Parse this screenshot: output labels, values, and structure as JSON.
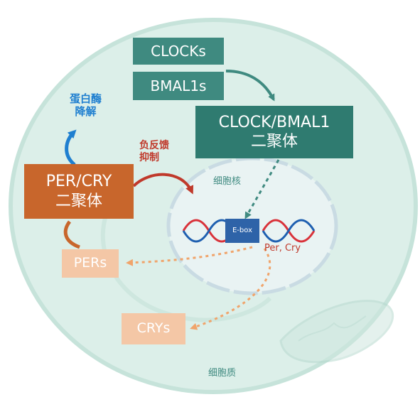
{
  "nodes": {
    "clocks": "CLOCKs",
    "bmal1s": "BMAL1s",
    "clock_bmal1": "CLOCK/BMAL1\n二聚体",
    "per_cry": "PER/CRY\n二聚体",
    "pers": "PERs",
    "crys": "CRYs",
    "ebox": "E-box"
  },
  "labels": {
    "degradation": "蛋白酶\n降解",
    "feedback": "负反馈\n抑制",
    "nucleus": "细胞核",
    "per_cry_genes": "Per, Cry",
    "cytoplasm": "细胞质"
  },
  "colors": {
    "cell_fill": "#dcefe9",
    "cell_border": "#bfe0d6",
    "teal": "#3f8a80",
    "orange": "#c8662c",
    "peach": "#f4c7a6",
    "blue": "#1f7fd0",
    "red": "#c0392b",
    "dna_red": "#d9323a",
    "dna_blue": "#1e5fb0"
  }
}
